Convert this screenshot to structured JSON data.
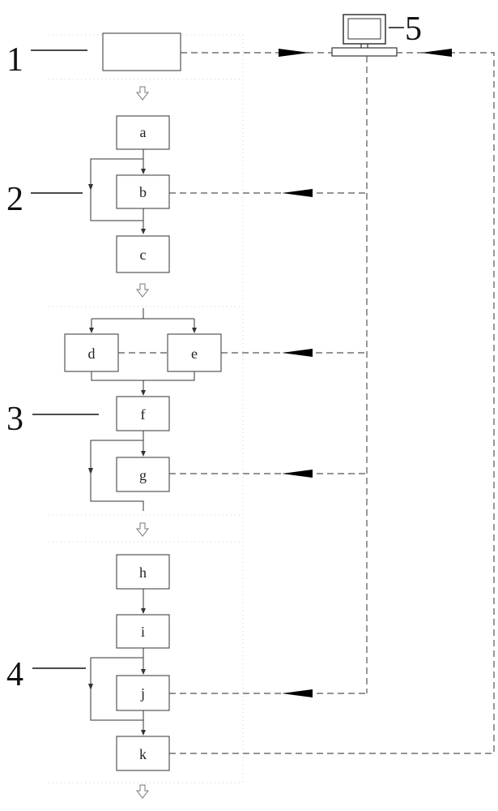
{
  "diagram": {
    "top_box_label": "",
    "step_labels": {
      "a": "a",
      "b": "b",
      "c": "c",
      "d": "d",
      "e": "e",
      "f": "f",
      "g": "g",
      "h": "h",
      "i": "i",
      "j": "j",
      "k": "k"
    },
    "section_numbers": {
      "n1": "1",
      "n2": "2",
      "n3": "3",
      "n4": "4",
      "n5": "5"
    },
    "icons": {
      "computer": "computer-monitor-icon"
    },
    "colors": {
      "line": "#333333",
      "dashed_line": "#555555",
      "arrowhead": "#000000",
      "background": "#ffffff"
    }
  }
}
